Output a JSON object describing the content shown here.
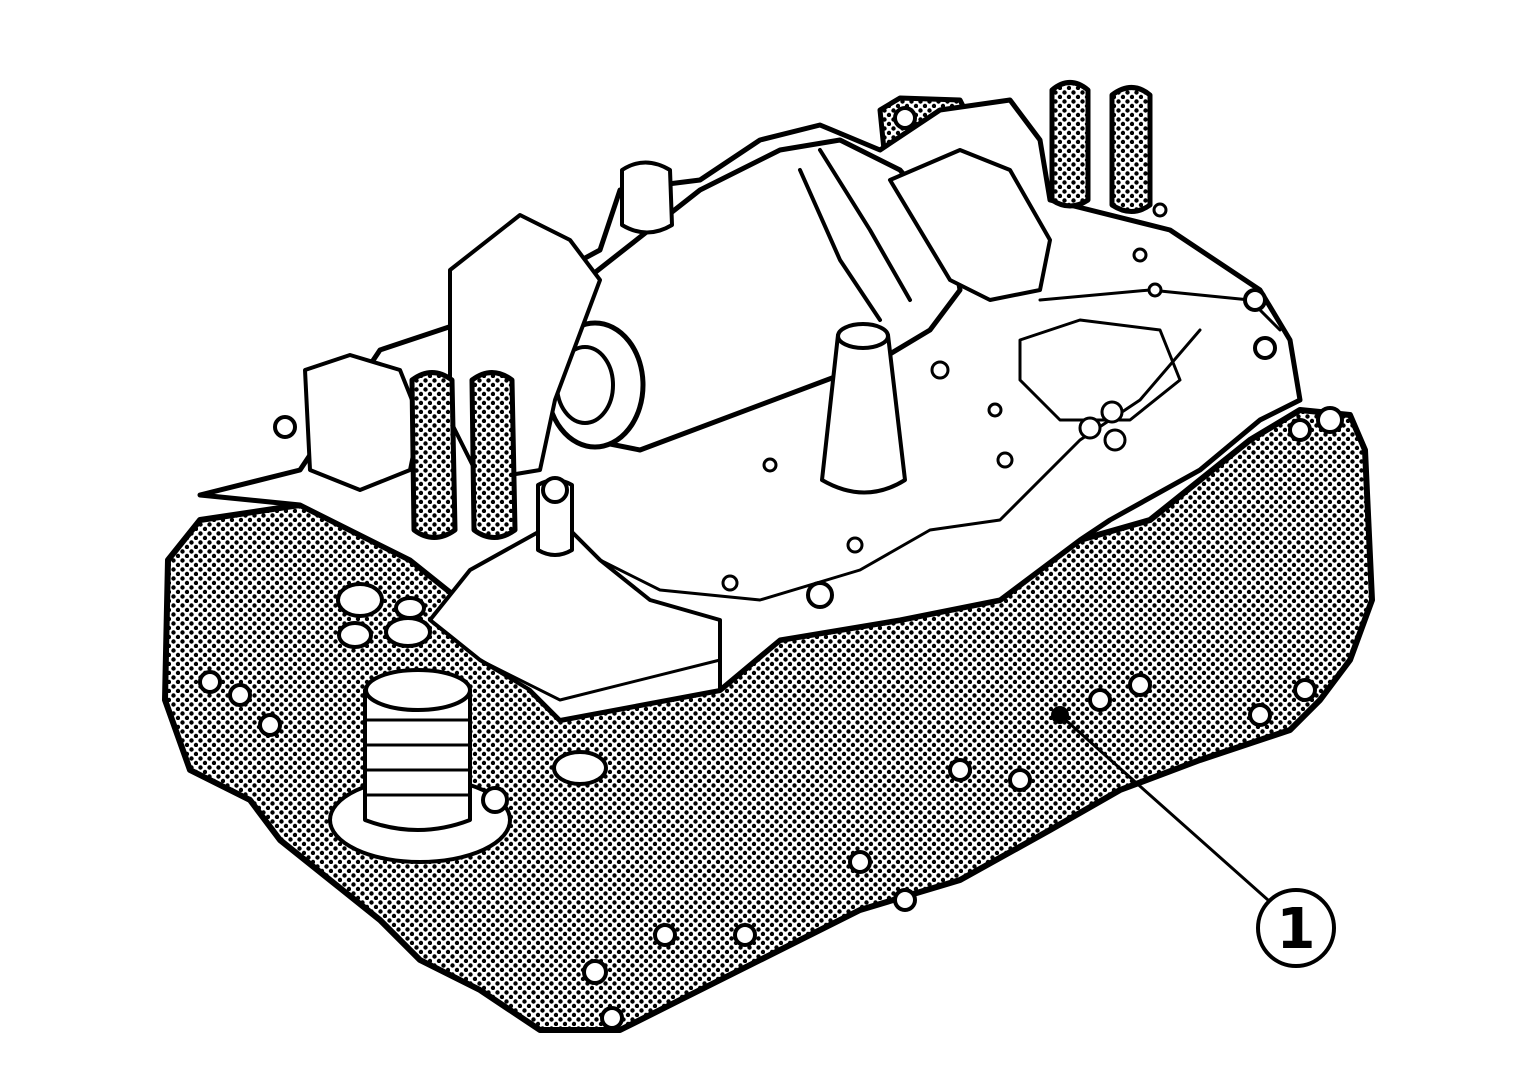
{
  "figure": {
    "callouts": [
      {
        "number": "1",
        "target": "highlighted-housing-part"
      }
    ],
    "colors": {
      "line": "#000000",
      "background": "#ffffff",
      "highlight_pattern": "dotted-gray"
    }
  }
}
